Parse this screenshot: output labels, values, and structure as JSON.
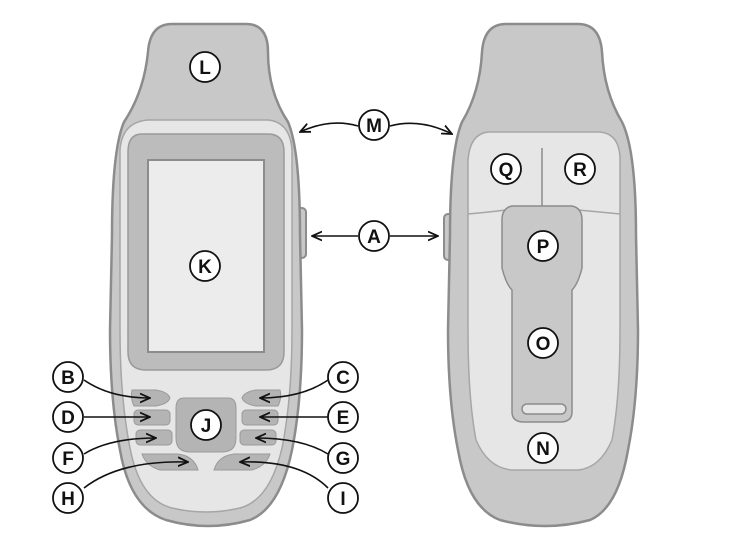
{
  "diagram": {
    "callouts": {
      "A": "A",
      "B": "B",
      "C": "C",
      "D": "D",
      "E": "E",
      "F": "F",
      "G": "G",
      "H": "H",
      "I": "I",
      "J": "J",
      "K": "K",
      "L": "L",
      "M": "M",
      "N": "N",
      "O": "O",
      "P": "P",
      "Q": "Q",
      "R": "R"
    },
    "colors": {
      "body": "#c8c8c8",
      "outline": "#8c8c8c",
      "face": "#e6e6e6",
      "screen_bezel": "#bcbcbc",
      "screen": "#ececec",
      "key": "#b4b4b4",
      "callout_fill": "#ffffff",
      "callout_stroke": "#111111"
    }
  }
}
